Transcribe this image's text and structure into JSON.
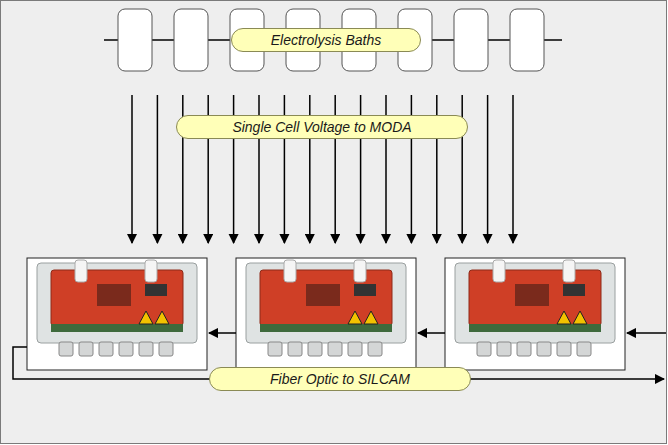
{
  "diagram": {
    "nodes": [
      {
        "text": [
          "Electrolysis Baths"
        ]
      },
      {
        "text": [
          "Single Cell Voltage to MODA"
        ]
      },
      {
        "text": [
          "Fiber Optic to SILCAM"
        ]
      }
    ]
  }
}
